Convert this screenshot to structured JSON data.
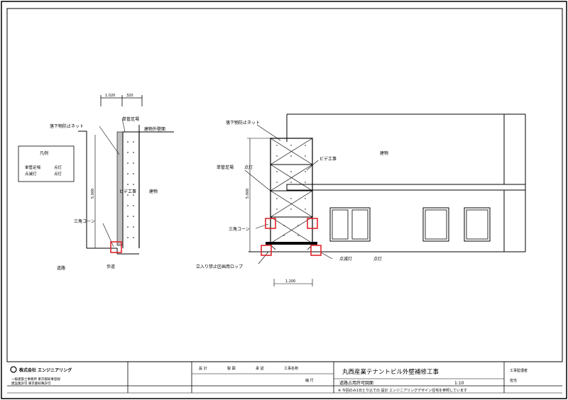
{
  "labels": {
    "fall_net_left": "落下物防止ネット",
    "scaffold_pipe": "単管足場",
    "exterior_wall_top": "建物外壁面",
    "legend_title": "凡例",
    "legend_row1_a": "単管足場",
    "legend_row1_b": "点灯",
    "legend_row2_a": "点滅灯",
    "legend_row2_b": "点灯",
    "vinyl_sheet_left": "ビデ工事",
    "building_left": "建物",
    "triangle_cone_left": "三角コーン",
    "road_left": "道路",
    "sidewalk_left": "歩道",
    "dim_top_a": "1.020",
    "dim_top_b": "320",
    "dim_side_left": "5.000",
    "fall_net_right": "落下物防止ネット",
    "vinyl_sheet_right": "ビデ工事",
    "scaffold_right": "単管足場",
    "flash_right": "点灯",
    "building_right": "建物",
    "triangle_cone_right": "三角コーン",
    "entry_rope": "立入り禁止区画用ロップ",
    "flash_bottom_a": "点滅灯",
    "flash_bottom_b": "点灯",
    "dim_side_right": "5.000",
    "dim_bottom": "1.200"
  },
  "title_block": {
    "company": "株式会社 エンジニアリング",
    "company_sub_1": "一級建築士事務所 東京都知事登録",
    "company_sub_2": "建設業許可 東京都知事許可",
    "project_title": "丸西産業テナントビル外壁補修工事",
    "drawing_name": "道路占用許可図面",
    "scale": "1:10",
    "footer_note": "※ 今回のみ1日とり込での 設計 エンジニアリングデザイン住宅を参照しています",
    "right_text_1": "工事監理者",
    "right_text_2": "担当",
    "col_1": "設 計",
    "col_2": "製 図",
    "col_3": "承 認",
    "col_4": "工事名称",
    "col_5": "縮 尺"
  }
}
